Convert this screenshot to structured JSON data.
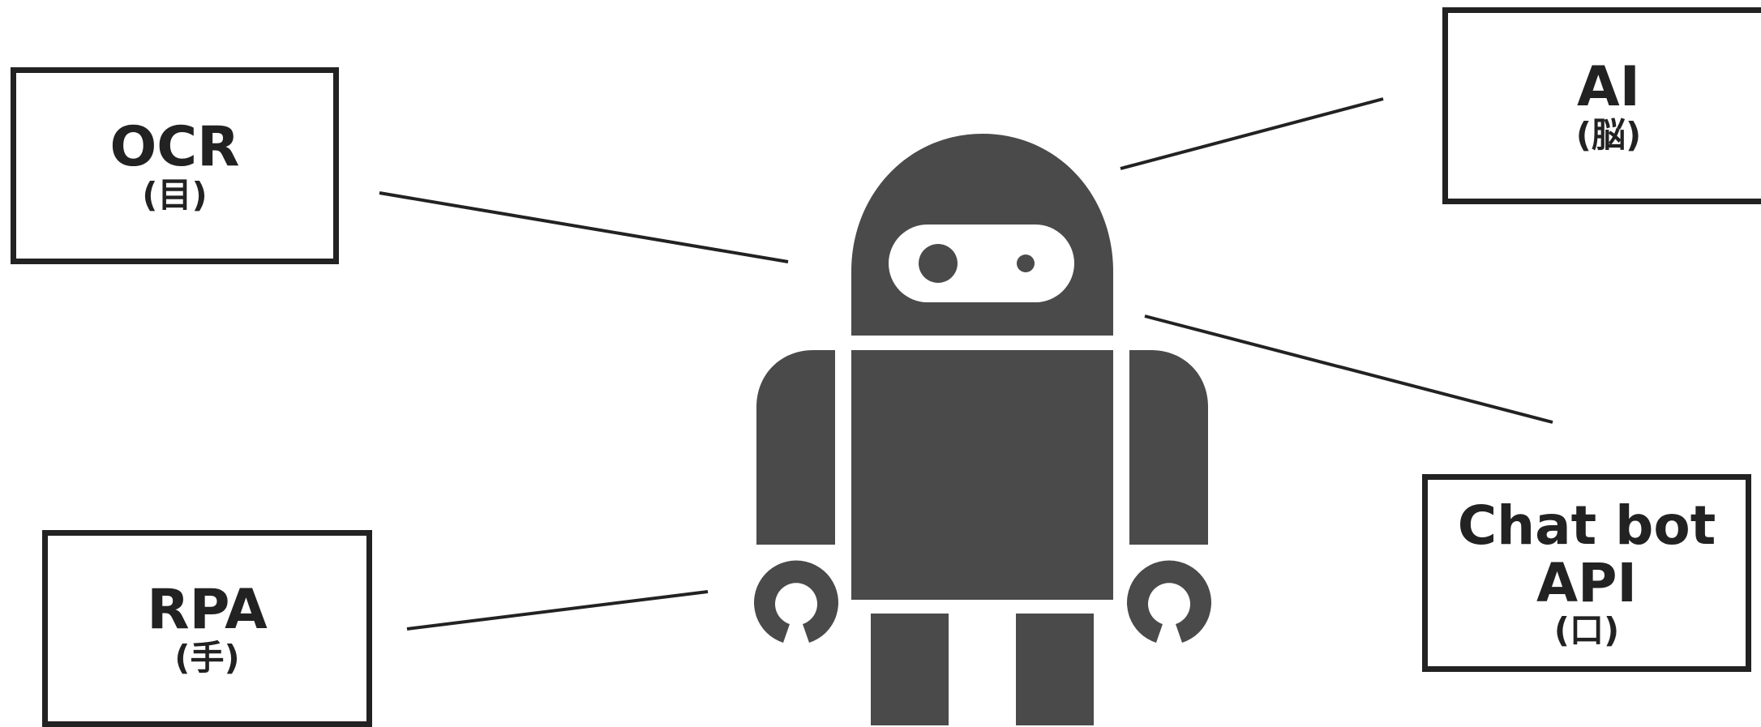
{
  "colors": {
    "robot": "#4a4a4a",
    "stroke": "#222222",
    "background": "#ffffff"
  },
  "boxes": {
    "ocr": {
      "title": "OCR",
      "sub": "(目)"
    },
    "ai": {
      "title": "AI",
      "sub": "(脳)"
    },
    "rpa": {
      "title": "RPA",
      "sub": "(手)"
    },
    "chat": {
      "title_line1": "Chat bot",
      "title_line2": "API",
      "sub": "(口)"
    }
  },
  "robot": {
    "icon": "robot-icon"
  }
}
